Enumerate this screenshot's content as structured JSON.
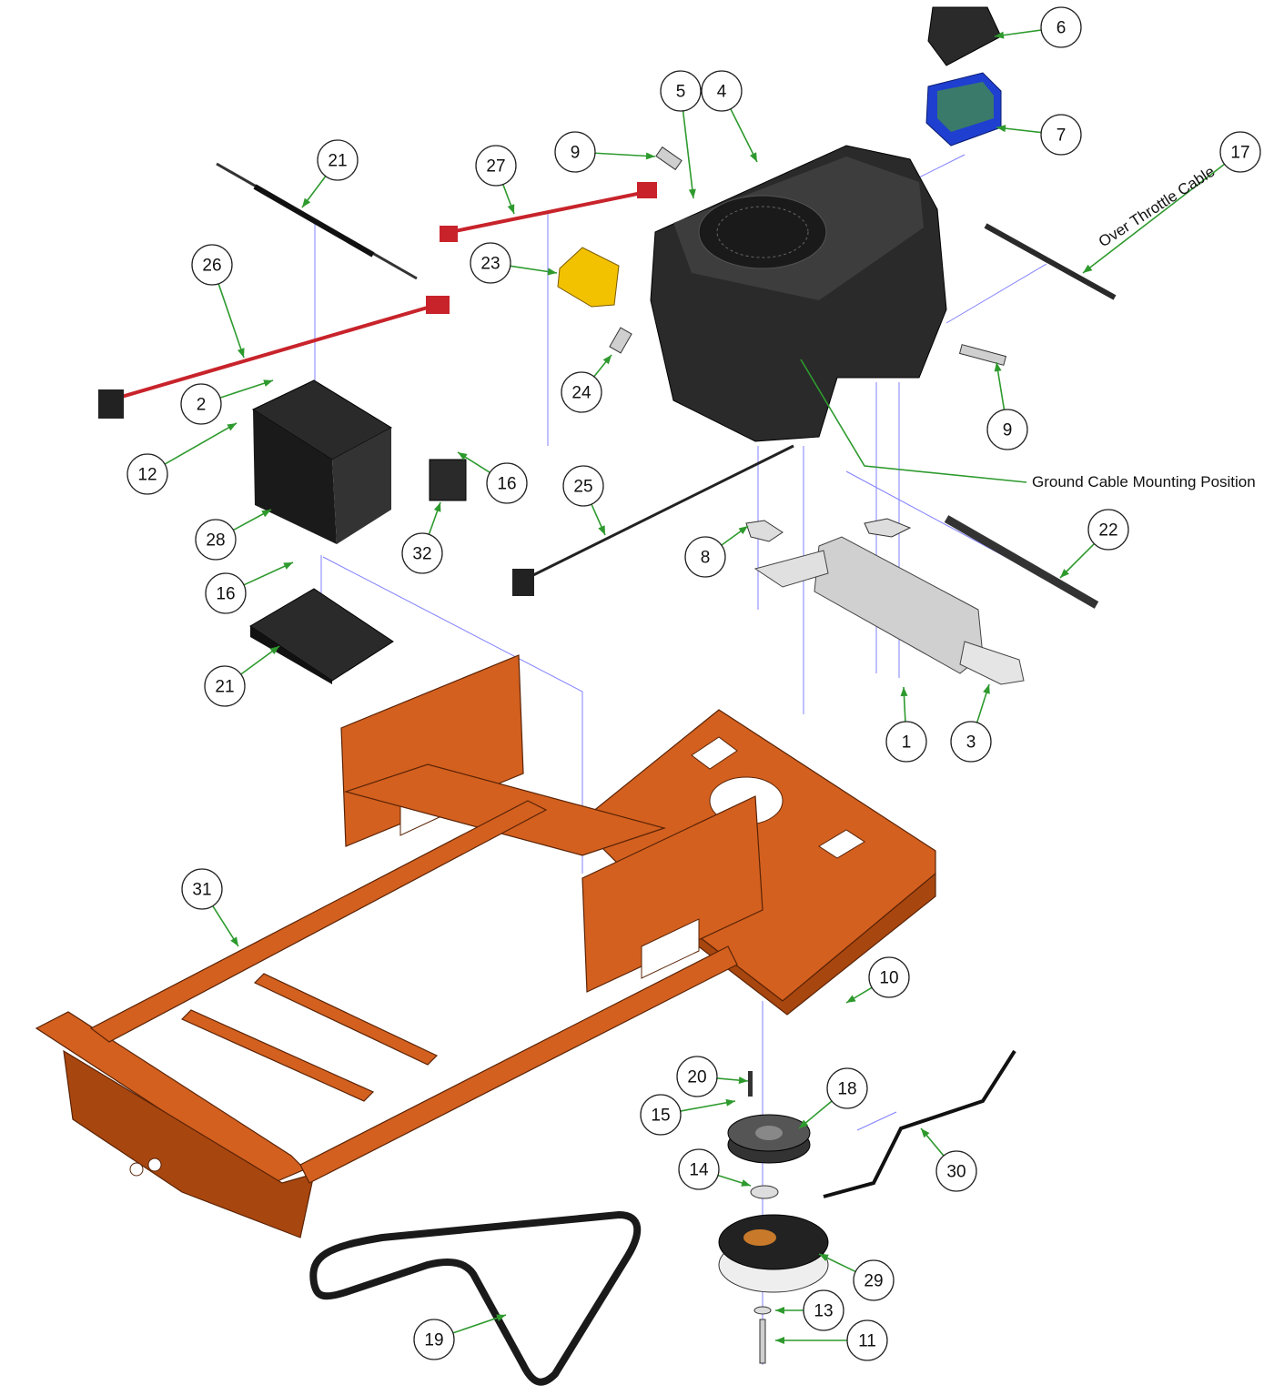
{
  "diagram": {
    "notes": {
      "over_throttle_cable": "Over Throttle Cable",
      "ground_cable": "Ground Cable Mounting Position"
    },
    "callouts": [
      "6",
      "7",
      "5",
      "4",
      "9",
      "21",
      "27",
      "17",
      "26",
      "23",
      "2",
      "24",
      "9",
      "12",
      "16",
      "25",
      "28",
      "32",
      "8",
      "22",
      "16",
      "21",
      "1",
      "3",
      "31",
      "10",
      "20",
      "18",
      "15",
      "14",
      "30",
      "29",
      "13",
      "11",
      "19"
    ],
    "colors": {
      "leader": "#2e9a2e",
      "frame": "#d3601f",
      "engine": "#2a2a2a",
      "cable_red": "#c8232b",
      "filter_yellow": "#f2c200",
      "air_filter_blue": "#1f3fd0"
    }
  }
}
